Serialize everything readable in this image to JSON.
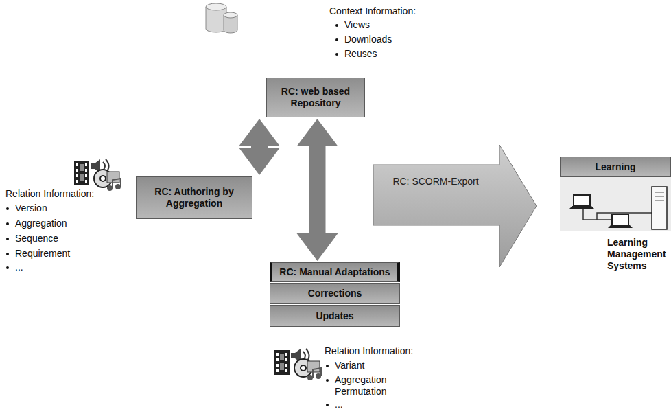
{
  "diagram": {
    "nodes": [
      {
        "text": [
          "RC: web based Repository"
        ]
      },
      {
        "text": [
          "RC: Authoring by Aggregation"
        ]
      },
      {
        "text": [
          "RC: Manual Adaptations"
        ]
      },
      {
        "text": [
          "Corrections"
        ]
      },
      {
        "text": [
          "Updates"
        ]
      },
      {
        "text": [
          "RC: SCORM-Export"
        ]
      },
      {
        "text": [
          "Learning"
        ]
      }
    ],
    "edges": [
      {
        "from": 1,
        "to": 0,
        "arrow": "both"
      },
      {
        "from": 0,
        "to": 2,
        "arrow": "both"
      }
    ],
    "labels": [
      "Context Information:",
      "Views",
      "Downloads",
      "Reuses",
      "Relation Information:",
      "Version",
      "Aggregation",
      "Sequence",
      "Requirement",
      "...",
      "Relation Information:",
      "Variant",
      "Aggregation Permutation",
      "...",
      "Learning Management Systems"
    ]
  }
}
